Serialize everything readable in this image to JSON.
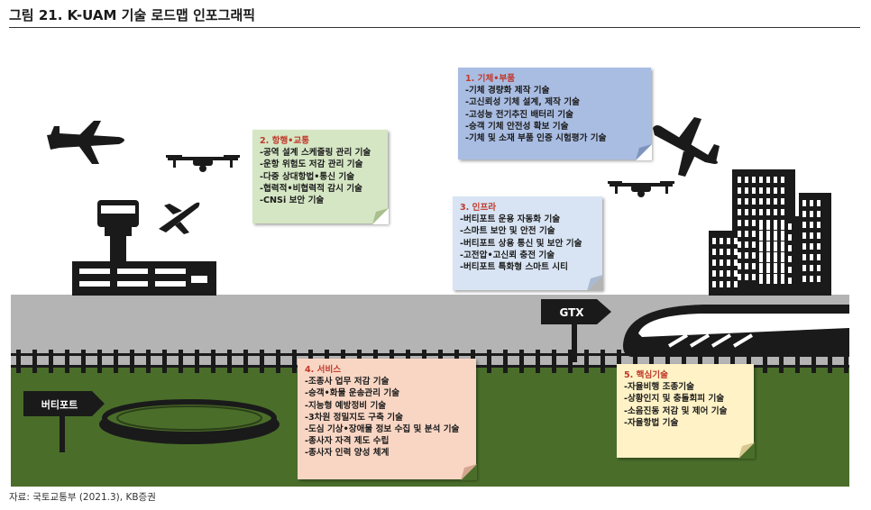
{
  "title": "그림 21. K-UAM 기술 로드맵 인포그래픽",
  "source": "자료: 국토교통부 (2021.3), KB증권",
  "signs": {
    "vertiport": "버티포트",
    "gtx": "GTX"
  },
  "notes": [
    {
      "id": "n1",
      "heading": "1. 기체•부품",
      "items": [
        "-기체 경량화 제작 기술",
        "-고신뢰성 기체 설계, 제작 기술",
        "-고성능 전기추진 배터리 기술",
        "-승객 기체 안전성 확보 기술",
        "-기체 및 소재 부품 인증 시험평가 기술"
      ]
    },
    {
      "id": "n2",
      "heading": "2. 항행•교통",
      "items": [
        "-공역 설계 스케줄링 관리 기술",
        "-운항 위험도 저감 관리 기술",
        "-다중 상대항법•통신 기술",
        "-협력적•비협력적 감시 기술",
        "-CNSi 보안 기술"
      ]
    },
    {
      "id": "n3",
      "heading": "3. 인프라",
      "items": [
        "-버티포트 운용 자동화 기술",
        "-스마트 보안 및 안전 기술",
        "-버티포트 상용 통신 및 보안 기술",
        "-고전압•고신뢰 충전 기술",
        "-버티포트 특화형 스마트 시티"
      ]
    },
    {
      "id": "n4",
      "heading": "4. 서비스",
      "items": [
        "-조종사 업무 저감 기술",
        "-승객•화물 운송관리 기술",
        "-지능형 예방정비 기술",
        "-3차원 정밀지도 구축 기술",
        "-도심 기상•장애물 정보 수집 및 분석 기술",
        "-종사자 자격 제도 수립",
        "-종사자 인력 양성 체계"
      ]
    },
    {
      "id": "n5",
      "heading": "5. 핵심기술",
      "items": [
        "-자율비행 조종기술",
        "-상황인지 및 충돌회피 기술",
        "-소음진동 저감 및 제어 기술",
        "-자율항법 기술"
      ]
    }
  ],
  "colors": {
    "road": "#b4b4b4",
    "grass": "#4a6e2a",
    "heading": "#c0392b",
    "silhouette": "#1a1a1a"
  }
}
